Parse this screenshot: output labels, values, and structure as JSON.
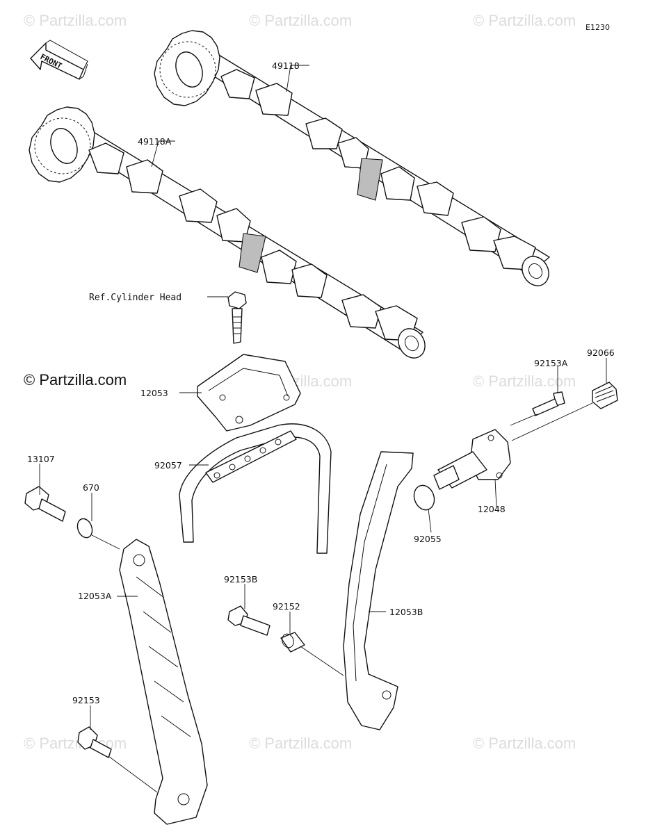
{
  "figure_code": "E1230",
  "front_label": "FRONT",
  "copyright": "© Partzilla.com",
  "watermarks": [
    "© Partzilla.com",
    "© Partzilla.com",
    "© Partzilla.com",
    "© Partzilla.com",
    "© Partzilla.com",
    "© Partzilla.com",
    "© Partzilla.com",
    "© Partzilla.com"
  ],
  "reference_label": "Ref.Cylinder Head",
  "parts": {
    "p49118": "49118",
    "p49118A": "49118A",
    "p12053": "12053",
    "p13107": "13107",
    "p670": "670",
    "p92057": "92057",
    "p92153A": "92153A",
    "p92066": "92066",
    "p12048": "12048",
    "p92055": "92055",
    "p12053A": "12053A",
    "p92153B": "92153B",
    "p92152": "92152",
    "p12053B": "12053B",
    "p92153": "92153"
  },
  "colors": {
    "line": "#111111",
    "watermark": "#dcdcdc",
    "shade": "#bdbdbd"
  }
}
